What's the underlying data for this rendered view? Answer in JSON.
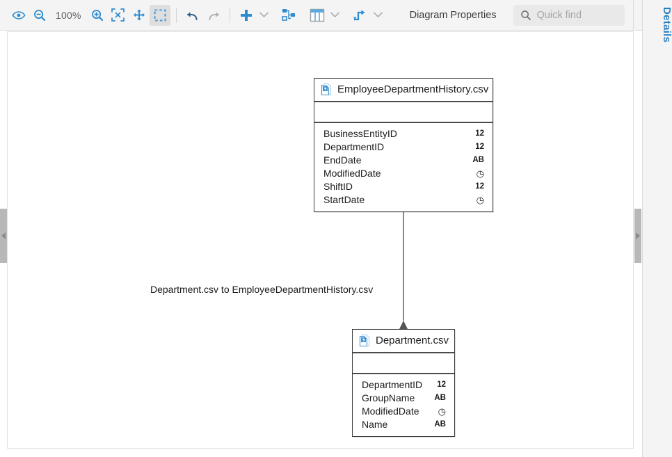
{
  "toolbar": {
    "zoom_level": "100%",
    "diagram_properties_label": "Diagram Properties",
    "buttons": [
      {
        "name": "preview-eye-icon",
        "title": "Preview"
      },
      {
        "name": "zoom-out-icon",
        "title": "Zoom Out"
      },
      {
        "name": "zoom-in-icon",
        "title": "Zoom In"
      },
      {
        "name": "fit-to-screen-icon",
        "title": "Fit to Screen"
      },
      {
        "name": "pan-tool-icon",
        "title": "Pan"
      },
      {
        "name": "rubber-band-select-icon",
        "title": "Select"
      },
      {
        "name": "undo-icon",
        "title": "Undo"
      },
      {
        "name": "redo-icon",
        "title": "Redo"
      },
      {
        "name": "add-icon",
        "title": "Add"
      },
      {
        "name": "auto-layout-icon",
        "title": "Layout"
      },
      {
        "name": "table-display-icon",
        "title": "Display Options"
      },
      {
        "name": "line-routing-icon",
        "title": "Routing"
      }
    ],
    "active_tool": "rubber-band-select-icon"
  },
  "search": {
    "placeholder": "Quick find",
    "value": "",
    "icon": "search-icon"
  },
  "right_panel": {
    "tab_label": "Details"
  },
  "diagram": {
    "entities": [
      {
        "id": "employee-department-history",
        "title": "EmployeeDepartmentHistory.csv",
        "icon": "csv-file-icon",
        "columns": [
          {
            "name": "BusinessEntityID",
            "type": "12"
          },
          {
            "name": "DepartmentID",
            "type": "12"
          },
          {
            "name": "EndDate",
            "type": "AB"
          },
          {
            "name": "ModifiedDate",
            "type": "clock"
          },
          {
            "name": "ShiftID",
            "type": "12"
          },
          {
            "name": "StartDate",
            "type": "clock"
          }
        ]
      },
      {
        "id": "department",
        "title": "Department.csv",
        "icon": "csv-file-icon",
        "columns": [
          {
            "name": "DepartmentID",
            "type": "12"
          },
          {
            "name": "GroupName",
            "type": "AB"
          },
          {
            "name": "ModifiedDate",
            "type": "clock"
          },
          {
            "name": "Name",
            "type": "AB"
          }
        ]
      }
    ],
    "relationships": [
      {
        "id": "dept-to-edh",
        "label": "Department.csv to EmployeeDepartmentHistory.csv",
        "from": "employee-department-history",
        "to": "department",
        "end_marker": "diamond"
      }
    ]
  },
  "colors": {
    "accent": "#2e8bd0",
    "toolbar_bg": "#f4f4f4",
    "canvas_bg": "#ffffff",
    "entity_border": "#3a3a3a",
    "connector": "#555555",
    "details_tab_text": "#2a7fc0"
  }
}
